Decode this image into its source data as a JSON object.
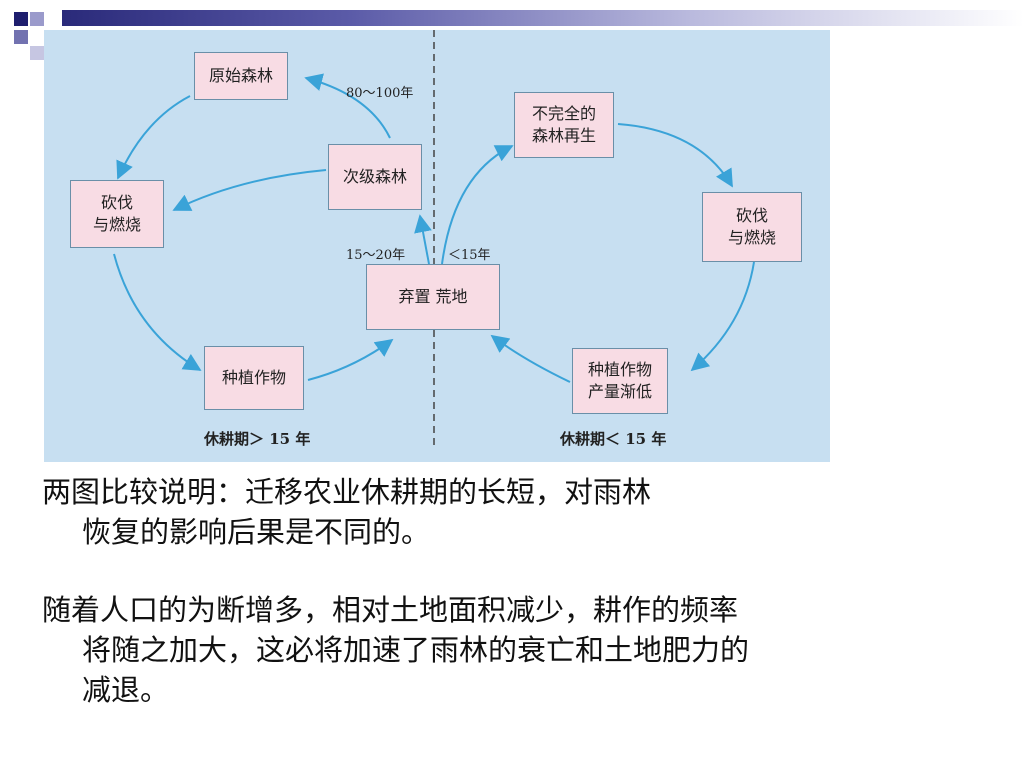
{
  "diagram": {
    "nodes": {
      "primary_forest": "原始森林",
      "secondary_forest": "次级森林",
      "slash_burn_left": "砍伐\n与燃烧",
      "crops_left": "种植作物",
      "abandoned": "弃置 荒地",
      "incomplete_regrowth": "不完全的\n森林再生",
      "slash_burn_right": "砍伐\n与燃烧",
      "crops_right": "种植作物\n产量渐低"
    },
    "labels": {
      "years_80_100": "80～100年",
      "years_15_20": "15～20年",
      "years_lt15": "＜15年"
    },
    "captions": {
      "left": "休耕期＞ 15 年",
      "right": "休耕期＜ 15 年"
    },
    "colors": {
      "background": "#c7dff1",
      "node_fill": "#f8dce4",
      "arrow": "#3aa3d8"
    }
  },
  "text": {
    "para1_line1": "两图比较说明：迁移农业休耕期的长短，对雨林",
    "para1_line2": "恢复的影响后果是不同的。",
    "para2_line1": "随着人口的为断增多，相对土地面积减少，耕作的频率",
    "para2_line2": "将随之加大，这必将加速了雨林的衰亡和土地肥力的",
    "para2_line3": "减退。"
  }
}
